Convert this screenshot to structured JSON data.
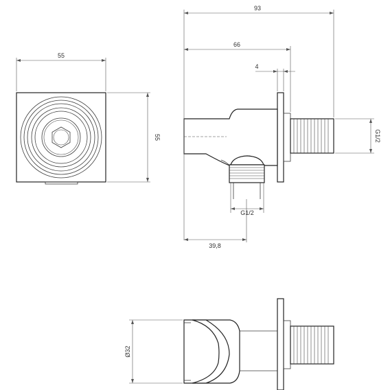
{
  "views": {
    "front": {
      "width_label": "55",
      "height_label": "55"
    },
    "side": {
      "overall_length_label": "93",
      "body_length_label": "66",
      "flange_thickness_label": "4",
      "wall_thread_label": "G1/2",
      "outlet_thread_label": "G1/2",
      "outlet_offset_label": "39,8"
    },
    "bottom": {
      "diameter_label": "Ø32"
    }
  }
}
